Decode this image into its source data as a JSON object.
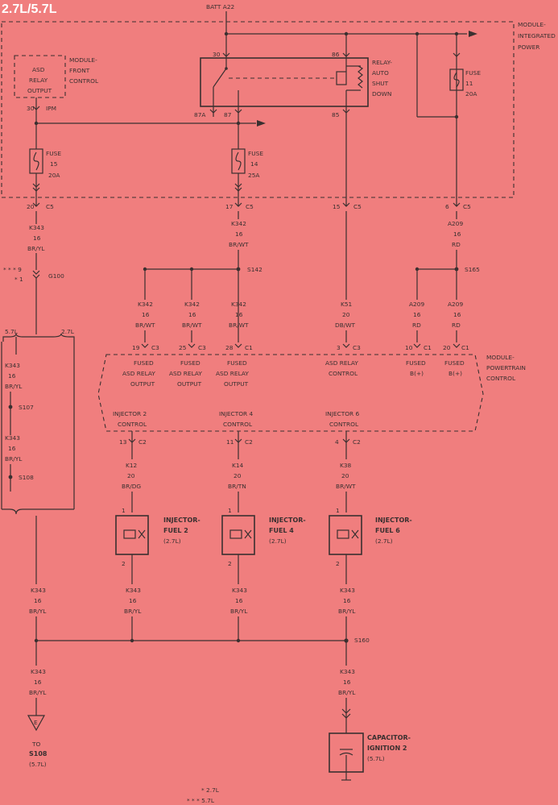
{
  "title": "2.7L/5.7L",
  "batt": "BATT A22",
  "modules": {
    "integrated_power": [
      "MODULE-",
      "INTEGRATED",
      "POWER"
    ],
    "front_control": [
      "MODULE-",
      "FRONT",
      "CONTROL"
    ],
    "powertrain_control": [
      "MODULE-",
      "POWERTRAIN",
      "CONTROL"
    ]
  },
  "asd_box": [
    "ASD",
    "RELAY",
    "OUTPUT"
  ],
  "relay": [
    "RELAY-",
    "AUTO",
    "SHUT",
    "DOWN"
  ],
  "relay_pins": {
    "p30": "30",
    "p86": "86",
    "p87a": "87A",
    "p87": "87",
    "p85": "85"
  },
  "ipm": {
    "pin": "30",
    "label": "IPM"
  },
  "fuses": [
    {
      "name": "FUSE",
      "num": "15",
      "amp": "20A"
    },
    {
      "name": "FUSE",
      "num": "14",
      "amp": "25A"
    },
    {
      "name": "FUSE",
      "num": "11",
      "amp": "20A"
    }
  ],
  "c5": [
    {
      "pin": "20",
      "conn": "C5"
    },
    {
      "pin": "17",
      "conn": "C5"
    },
    {
      "pin": "15",
      "conn": "C5"
    },
    {
      "pin": "6",
      "conn": "C5"
    }
  ],
  "wires_top": [
    {
      "circuit": "K343",
      "gauge": "16",
      "color": "BR/YL"
    },
    {
      "circuit": "K342",
      "gauge": "16",
      "color": "BR/WT"
    },
    {
      "circuit": "K51",
      "gauge": "20",
      "color": "DB/WT"
    },
    {
      "circuit": "A209",
      "gauge": "16",
      "color": "RD"
    }
  ],
  "splices": {
    "s142": "S142",
    "s165": "S165",
    "s107": "S107",
    "s108": "S108",
    "s160": "S160",
    "g100": "G100"
  },
  "note_left": {
    "l1": "* * * 9",
    "l2": "* 1"
  },
  "branch_labels": {
    "a": "5.7L",
    "b": "2.7L"
  },
  "pcm_wires": [
    {
      "circuit": "K342",
      "gauge": "16",
      "color": "BR/WT",
      "pin": "19",
      "conn": "C3"
    },
    {
      "circuit": "K342",
      "gauge": "16",
      "color": "BR/WT",
      "pin": "25",
      "conn": "C3"
    },
    {
      "circuit": "K342",
      "gauge": "16",
      "color": "BR/WT",
      "pin": "28",
      "conn": "C1"
    },
    {
      "circuit": "K51",
      "gauge": "20",
      "color": "DB/WT",
      "pin": "3",
      "conn": "C3"
    },
    {
      "circuit": "A209",
      "gauge": "16",
      "color": "RD",
      "pin": "10",
      "conn": "C1"
    },
    {
      "circuit": "A209",
      "gauge": "16",
      "color": "RD",
      "pin": "20",
      "conn": "C1"
    }
  ],
  "pcm_labels": [
    [
      "FUSED",
      "ASD RELAY",
      "OUTPUT"
    ],
    [
      "FUSED",
      "ASD RELAY",
      "OUTPUT"
    ],
    [
      "FUSED",
      "ASD RELAY",
      "OUTPUT"
    ],
    [
      "ASD RELAY",
      "CONTROL"
    ],
    [
      "FUSED",
      "B(+)"
    ],
    [
      "FUSED",
      "B(+)"
    ]
  ],
  "injector_controls": [
    [
      "INJECTOR 2",
      "CONTROL"
    ],
    [
      "INJECTOR 4",
      "CONTROL"
    ],
    [
      "INJECTOR 6",
      "CONTROL"
    ]
  ],
  "inj_c2": [
    {
      "pin": "13",
      "conn": "C2"
    },
    {
      "pin": "11",
      "conn": "C2"
    },
    {
      "pin": "4",
      "conn": "C2"
    }
  ],
  "inj_wires": [
    {
      "circuit": "K12",
      "gauge": "20",
      "color": "BR/DG"
    },
    {
      "circuit": "K14",
      "gauge": "20",
      "color": "BR/TN"
    },
    {
      "circuit": "K38",
      "gauge": "20",
      "color": "BR/WT"
    }
  ],
  "injectors": [
    {
      "l1": "INJECTOR-",
      "l2": "FUEL 2",
      "l3": "(2.7L)"
    },
    {
      "l1": "INJECTOR-",
      "l2": "FUEL 4",
      "l3": "(2.7L)"
    },
    {
      "l1": "INJECTOR-",
      "l2": "FUEL 6",
      "l3": "(2.7L)"
    }
  ],
  "inj_pins": {
    "p1": "1",
    "p2": "2"
  },
  "k343": {
    "circuit": "K343",
    "gauge": "16",
    "color": "BR/YL"
  },
  "ground_ref": {
    "letter": "E",
    "to": "TO",
    "splice": "S108",
    "note": "(5.7L)"
  },
  "capacitor": {
    "l1": "CAPACITOR-",
    "l2": "IGNITION 2",
    "l3": "(5.7L)"
  },
  "legend": {
    "one": "* 2.7L",
    "three": "* * * 5.7L"
  }
}
